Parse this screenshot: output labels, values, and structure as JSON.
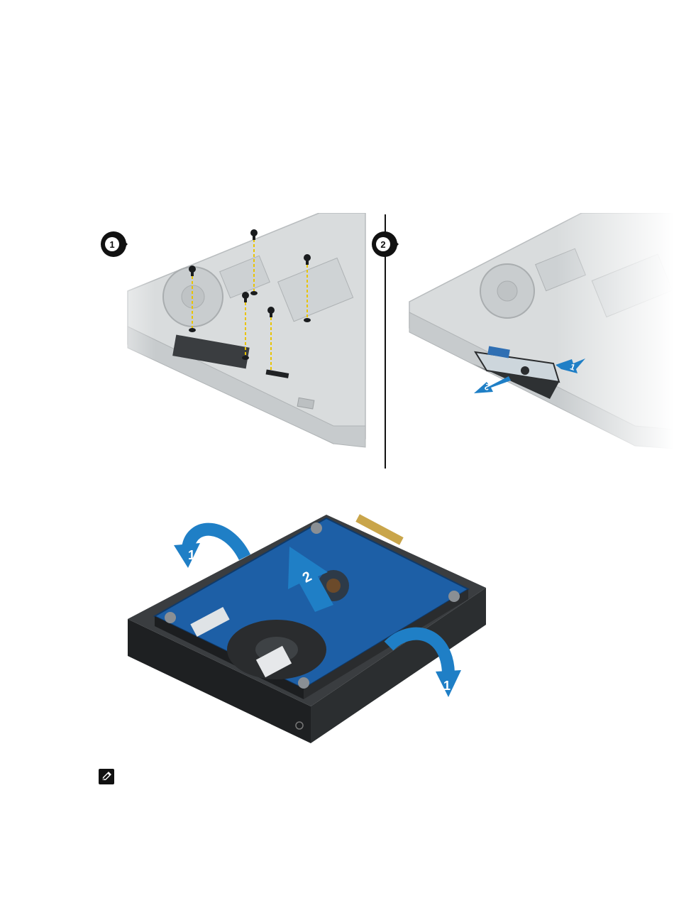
{
  "figure_top": {
    "step_badges": [
      "1",
      "2"
    ],
    "arrow_labels": [
      "1",
      "2"
    ]
  },
  "figure_bottom": {
    "arrow_labels": [
      "1",
      "2",
      "1"
    ]
  },
  "icons": {
    "step_badge": "circled-arrow-number-icon",
    "note": "note-pencil-icon"
  },
  "colors": {
    "arrow_blue": "#1f7fc6",
    "badge_black": "#111111",
    "pcb_blue": "#1d5fa6",
    "screw_guide_yellow": "#e8c400"
  }
}
